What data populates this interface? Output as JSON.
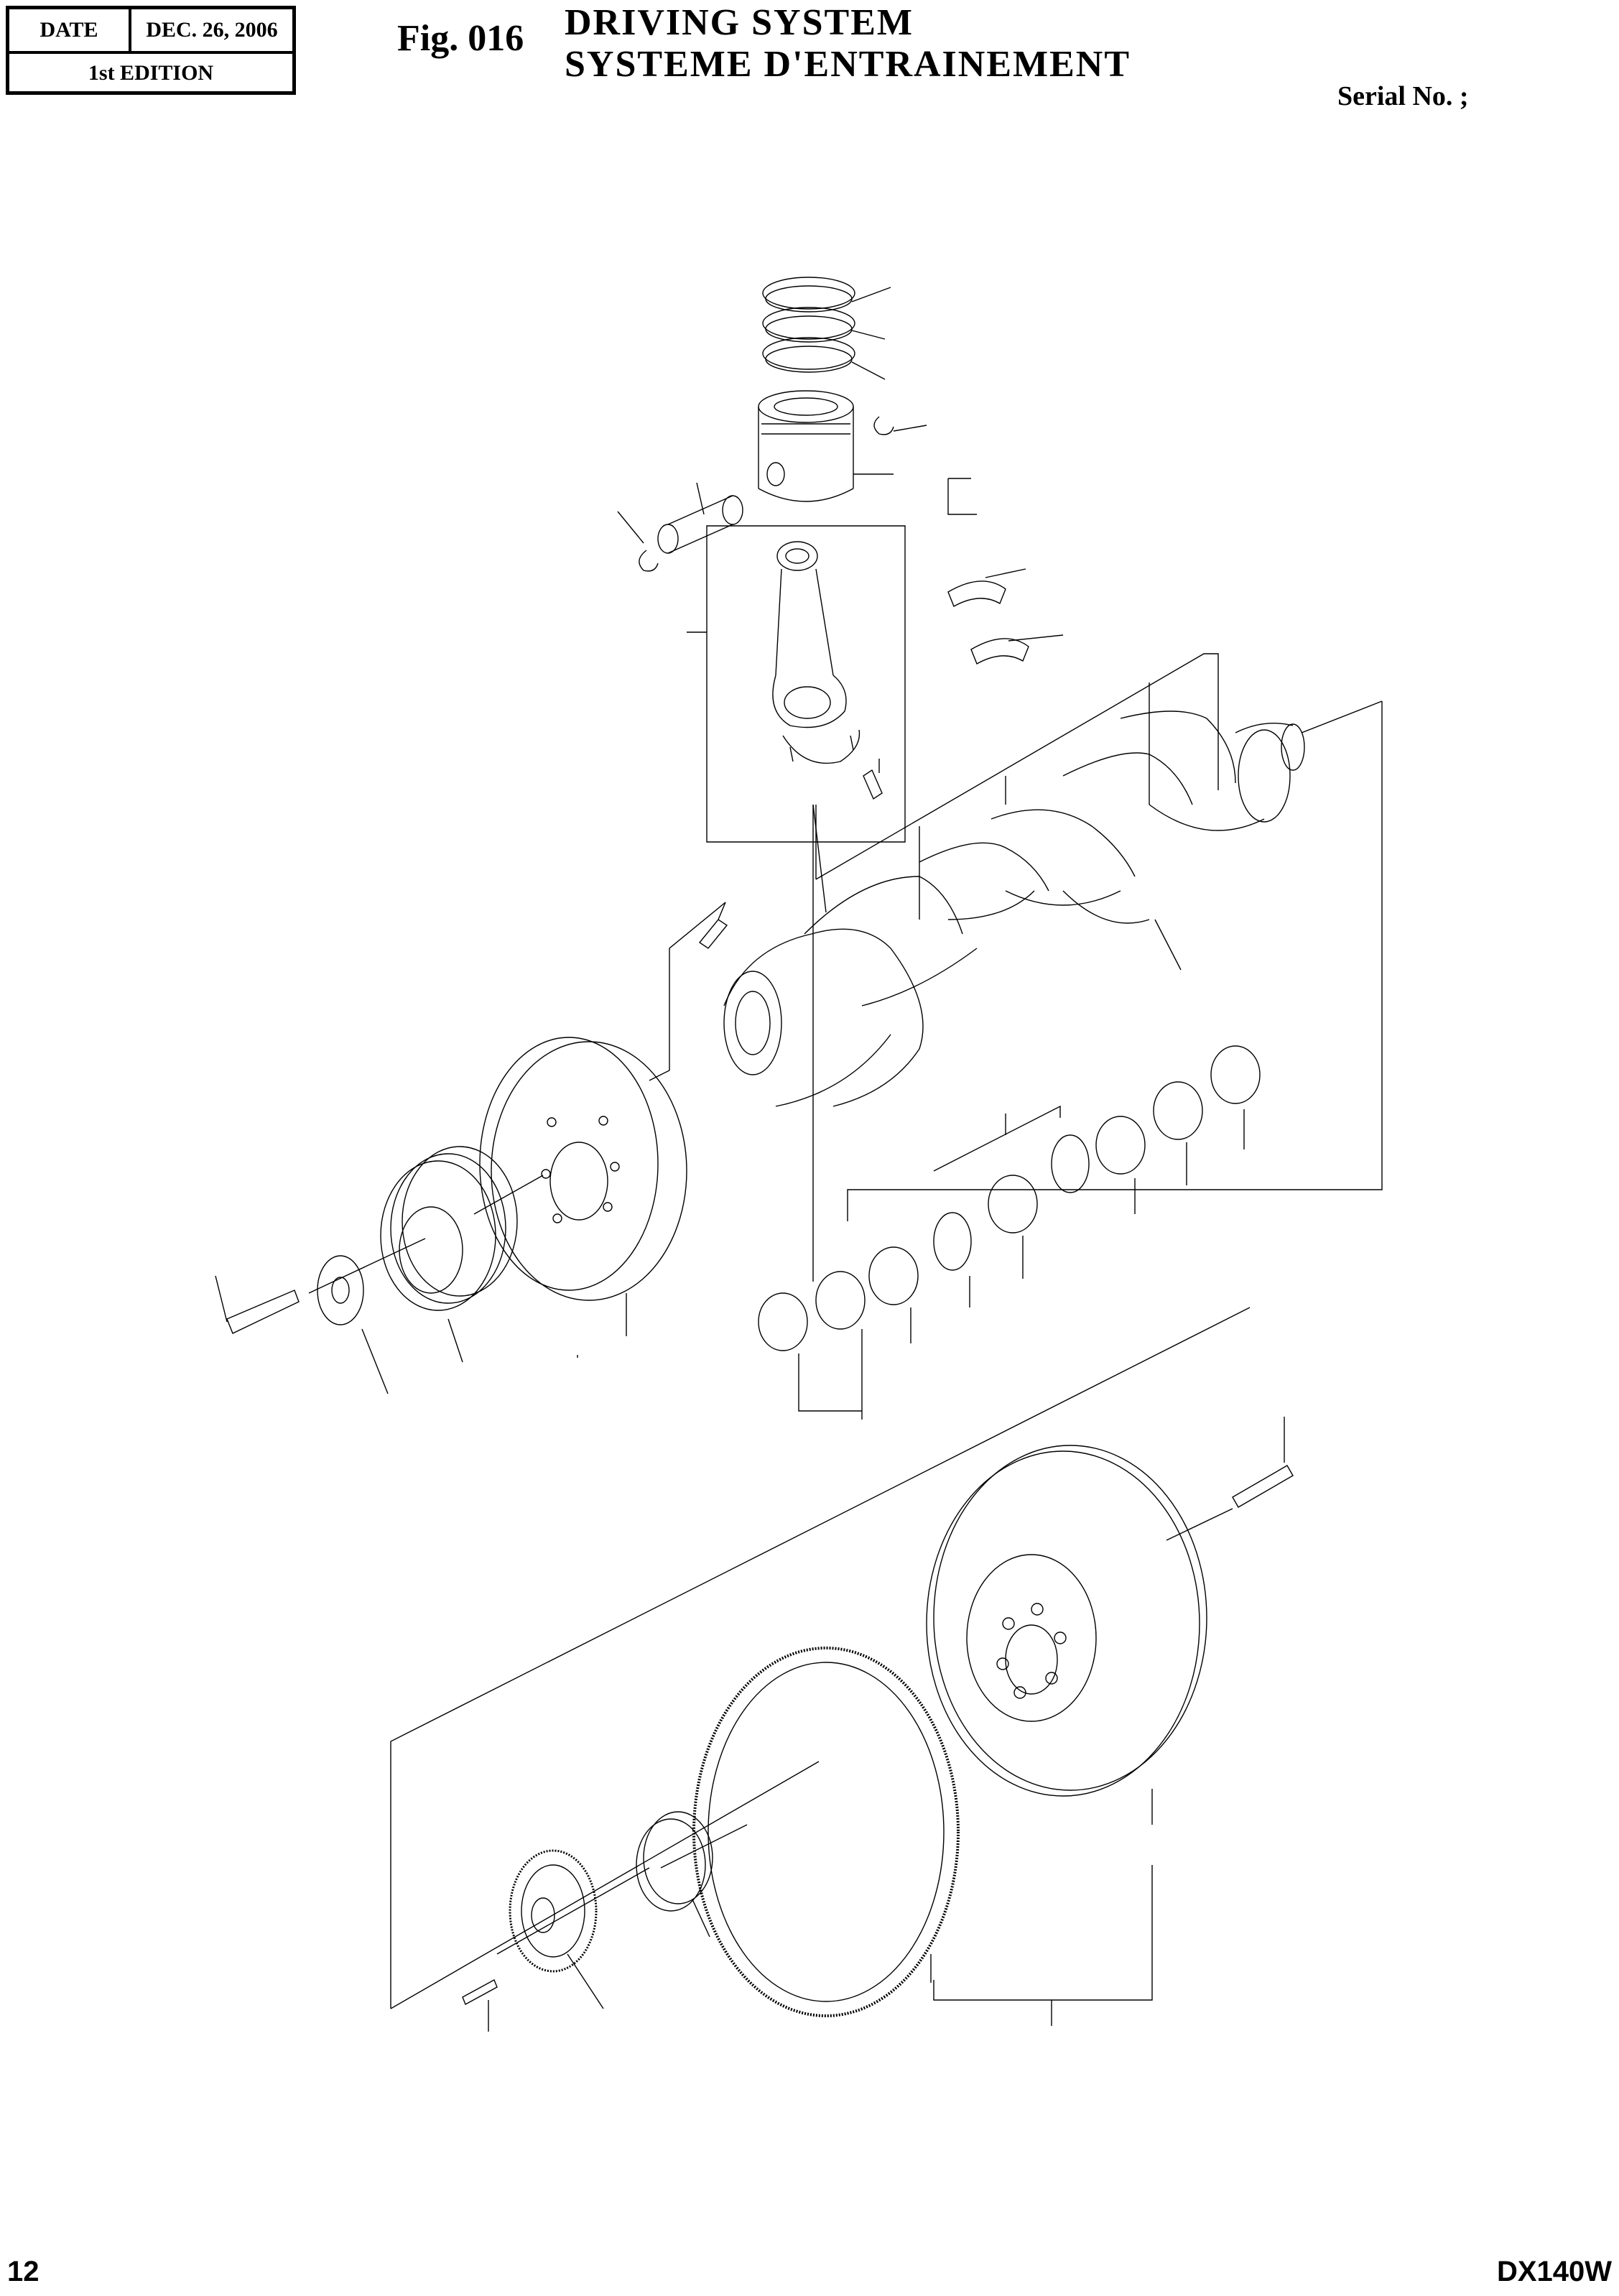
{
  "header": {
    "date_label": "DATE",
    "date_value": "DEC. 26, 2006",
    "edition": "1st EDITION",
    "fig_number": "Fig. 016",
    "title_en": "DRIVING SYSTEM",
    "title_fr": "SYSTEME D'ENTRAINEMENT",
    "serial_label": "Serial No. ;"
  },
  "footer": {
    "page_number": "12",
    "model": "DX140W"
  }
}
